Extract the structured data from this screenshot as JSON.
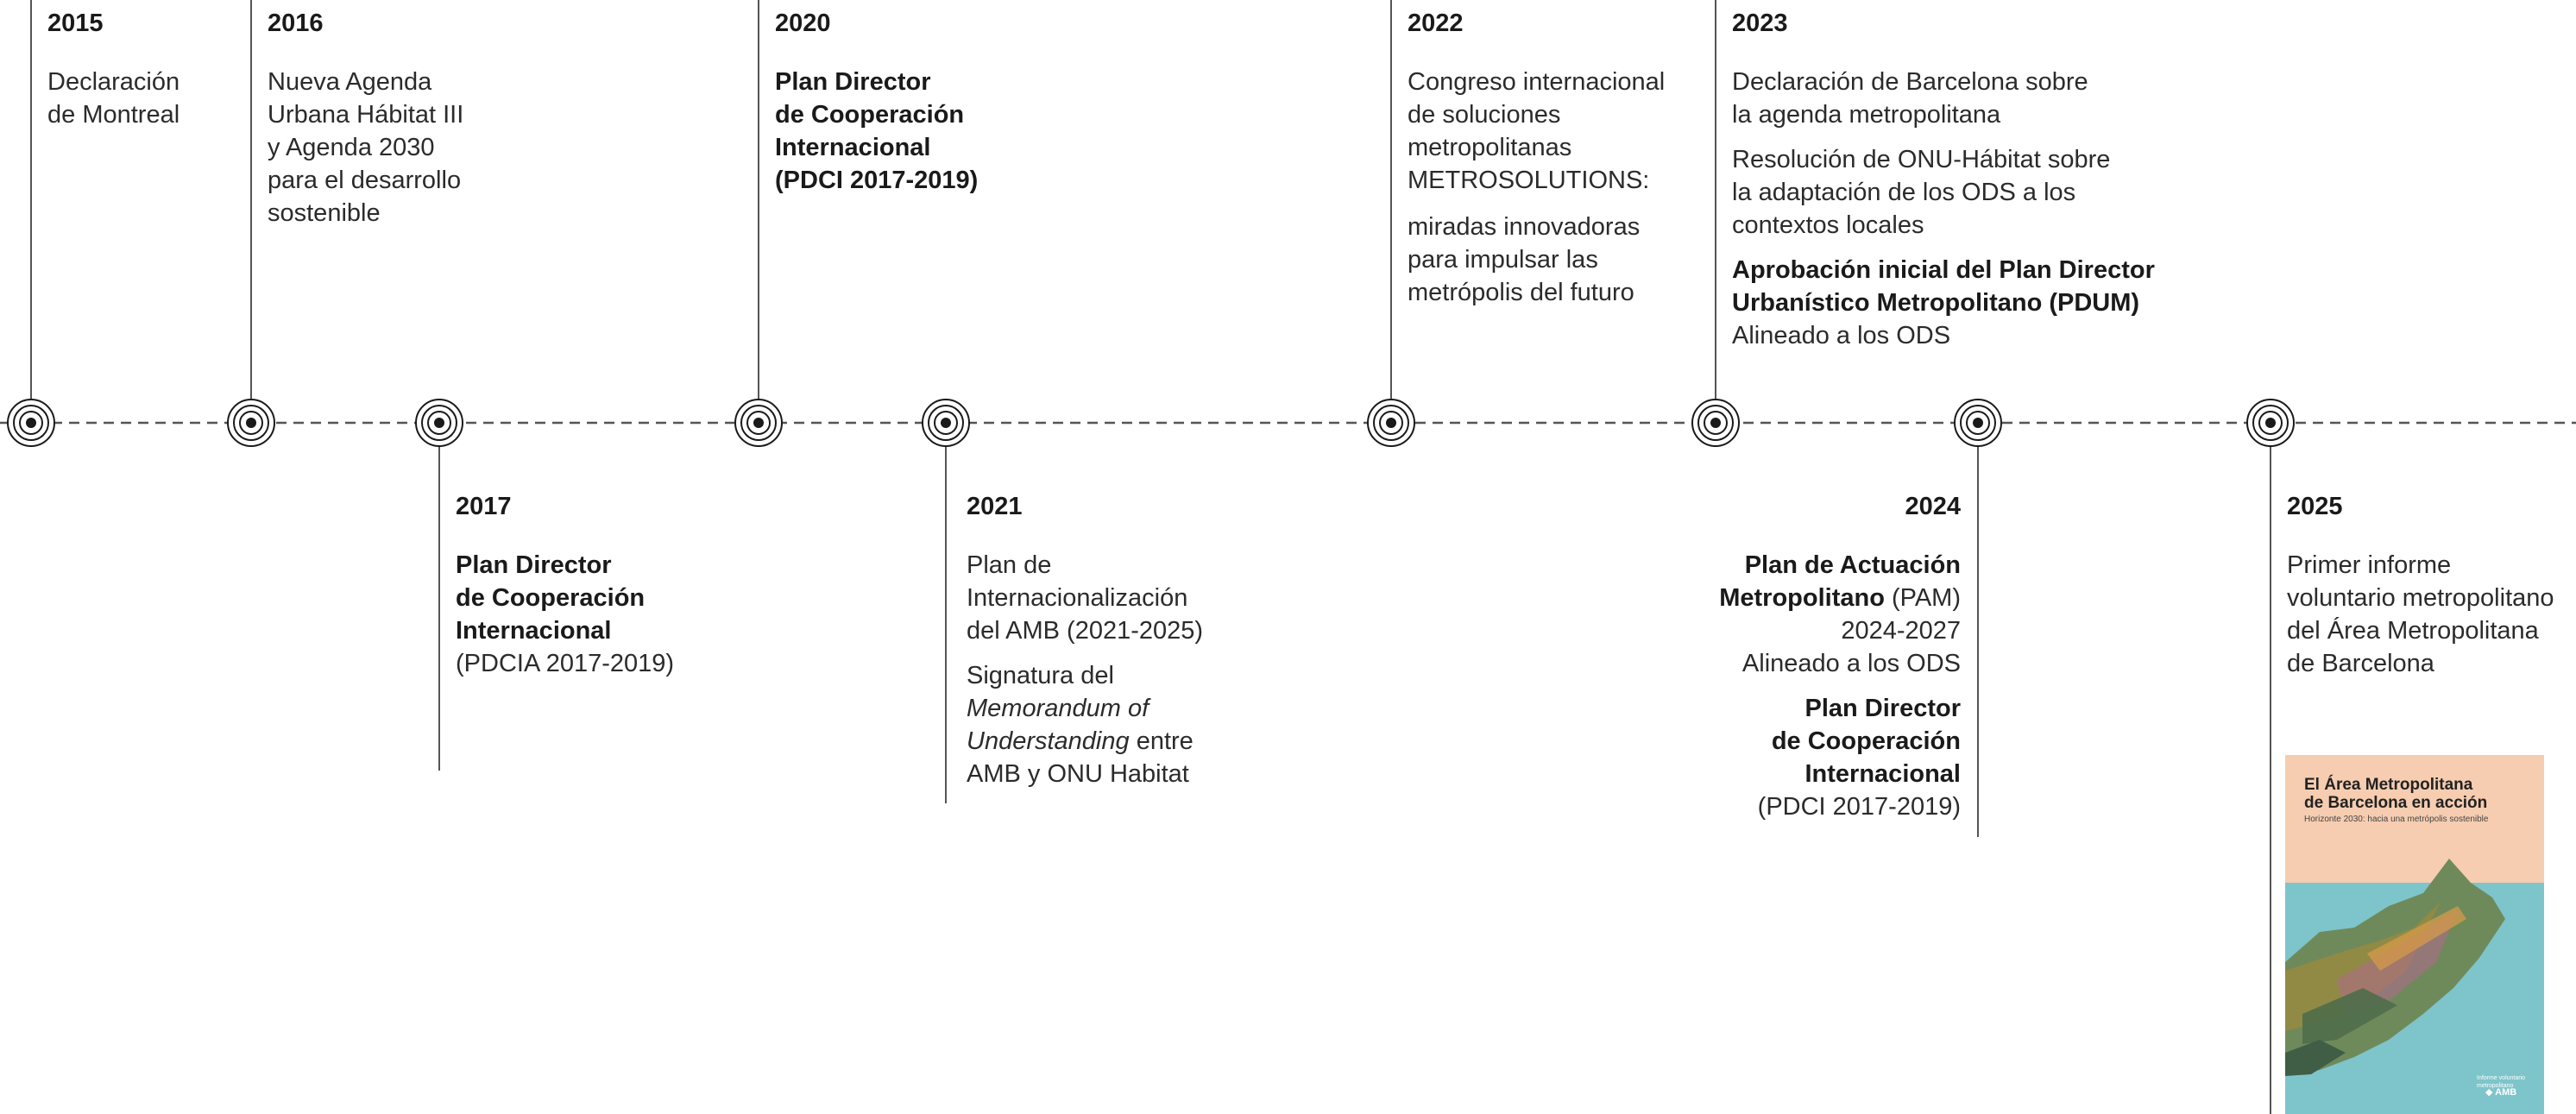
{
  "events": [
    {
      "id": "e2015",
      "year": "2015",
      "lines": [
        [
          {
            "t": "Declaración"
          }
        ],
        [
          {
            "t": "de Montreal"
          }
        ]
      ],
      "blocks": []
    },
    {
      "id": "e2016",
      "year": "2016",
      "lines": [
        [
          {
            "t": "Nueva Agenda"
          }
        ],
        [
          {
            "t": "Urbana Hábitat III"
          }
        ],
        [
          {
            "t": "y Agenda 2030"
          }
        ],
        [
          {
            "t": "para el desarrollo"
          }
        ],
        [
          {
            "t": "sostenible"
          }
        ]
      ]
    },
    {
      "id": "e2020",
      "year": "2020",
      "lines": [
        [
          {
            "t": "Plan Director",
            "s": "b"
          }
        ],
        [
          {
            "t": "de Cooperación",
            "s": "b"
          }
        ],
        [
          {
            "t": "Internacional",
            "s": "b"
          }
        ],
        [
          {
            "t": "(PDCI 2017-2019)",
            "s": "b"
          }
        ]
      ]
    },
    {
      "id": "e2022",
      "year": "2022",
      "paras": [
        [
          [
            {
              "t": "Congreso internacional"
            }
          ],
          [
            {
              "t": "de soluciones"
            }
          ],
          [
            {
              "t": "metropolitanas"
            }
          ],
          [
            {
              "t": "METROSOLUTIONS:"
            }
          ]
        ],
        [
          [
            {
              "t": "miradas innovadoras"
            }
          ],
          [
            {
              "t": "para impulsar las"
            }
          ],
          [
            {
              "t": "metrópolis del futuro"
            }
          ]
        ]
      ]
    },
    {
      "id": "e2023",
      "year": "2023",
      "paras": [
        [
          [
            {
              "t": "Declaración de Barcelona sobre"
            }
          ],
          [
            {
              "t": "la agenda metropolitana"
            }
          ]
        ],
        [
          [
            {
              "t": "Resolución de ONU-Hábitat sobre"
            }
          ],
          [
            {
              "t": "la adaptación de los ODS a los"
            }
          ],
          [
            {
              "t": "contextos locales"
            }
          ]
        ],
        [
          [
            {
              "t": "Aprobación inicial del Plan Director",
              "s": "b"
            }
          ],
          [
            {
              "t": "Urbanístico Metropolitano (PDUM)",
              "s": "b"
            }
          ],
          [
            {
              "t": "Alineado a los ODS"
            }
          ]
        ]
      ]
    },
    {
      "id": "e2017",
      "year": "2017",
      "lines": [
        [
          {
            "t": "Plan Director",
            "s": "b"
          }
        ],
        [
          {
            "t": "de Cooperación",
            "s": "b"
          }
        ],
        [
          {
            "t": "Internacional",
            "s": "b"
          }
        ],
        [
          {
            "t": "(PDCIA 2017-2019)"
          }
        ]
      ]
    },
    {
      "id": "e2021",
      "year": "2021",
      "paras": [
        [
          [
            {
              "t": "Plan de"
            }
          ],
          [
            {
              "t": "Internacionalización"
            }
          ],
          [
            {
              "t": "del AMB (2021-2025)"
            }
          ]
        ],
        [
          [
            {
              "t": "Signatura del"
            }
          ],
          [
            {
              "t": "Memorandum of",
              "s": "i"
            }
          ],
          [
            {
              "t": "Understanding",
              "s": "i"
            },
            {
              "t": " entre"
            }
          ],
          [
            {
              "t": "AMB y ONU Habitat"
            }
          ]
        ]
      ]
    },
    {
      "id": "e2024",
      "year": "2024",
      "paras": [
        [
          [
            {
              "t": "Plan de Actuación",
              "s": "b"
            }
          ],
          [
            {
              "t": "Metropolitano",
              "s": "b"
            },
            {
              "t": " (PAM)"
            }
          ],
          [
            {
              "t": "2024-2027"
            }
          ],
          [
            {
              "t": "Alineado a los  ODS"
            }
          ]
        ],
        [
          [
            {
              "t": "Plan Director",
              "s": "b"
            }
          ],
          [
            {
              "t": "de Cooperación",
              "s": "b"
            }
          ],
          [
            {
              "t": "Internacional",
              "s": "b"
            }
          ],
          [
            {
              "t": "(PDCI 2017-2019)"
            }
          ]
        ]
      ]
    },
    {
      "id": "e2025",
      "year": "2025",
      "lines": [
        [
          {
            "t": "Primer informe"
          }
        ],
        [
          {
            "t": "voluntario metropolitano"
          }
        ],
        [
          {
            "t": "del Área Metropolitana"
          }
        ],
        [
          {
            "t": "de Barcelona"
          }
        ]
      ]
    }
  ],
  "cover": {
    "title_line1": "El Área Metropolitana",
    "title_line2": "de Barcelona en acción",
    "subtitle": "Horizonte 2030: hacia una metrópolis sostenible",
    "footer": "Informe voluntario metropolitano",
    "logo": "AMB",
    "colors": {
      "top": "#f6cdb0",
      "sea": "#7ec4cb",
      "land": "#6f8a5a"
    }
  },
  "colors": {
    "line": "#555555",
    "node": "#1a1a1a"
  }
}
